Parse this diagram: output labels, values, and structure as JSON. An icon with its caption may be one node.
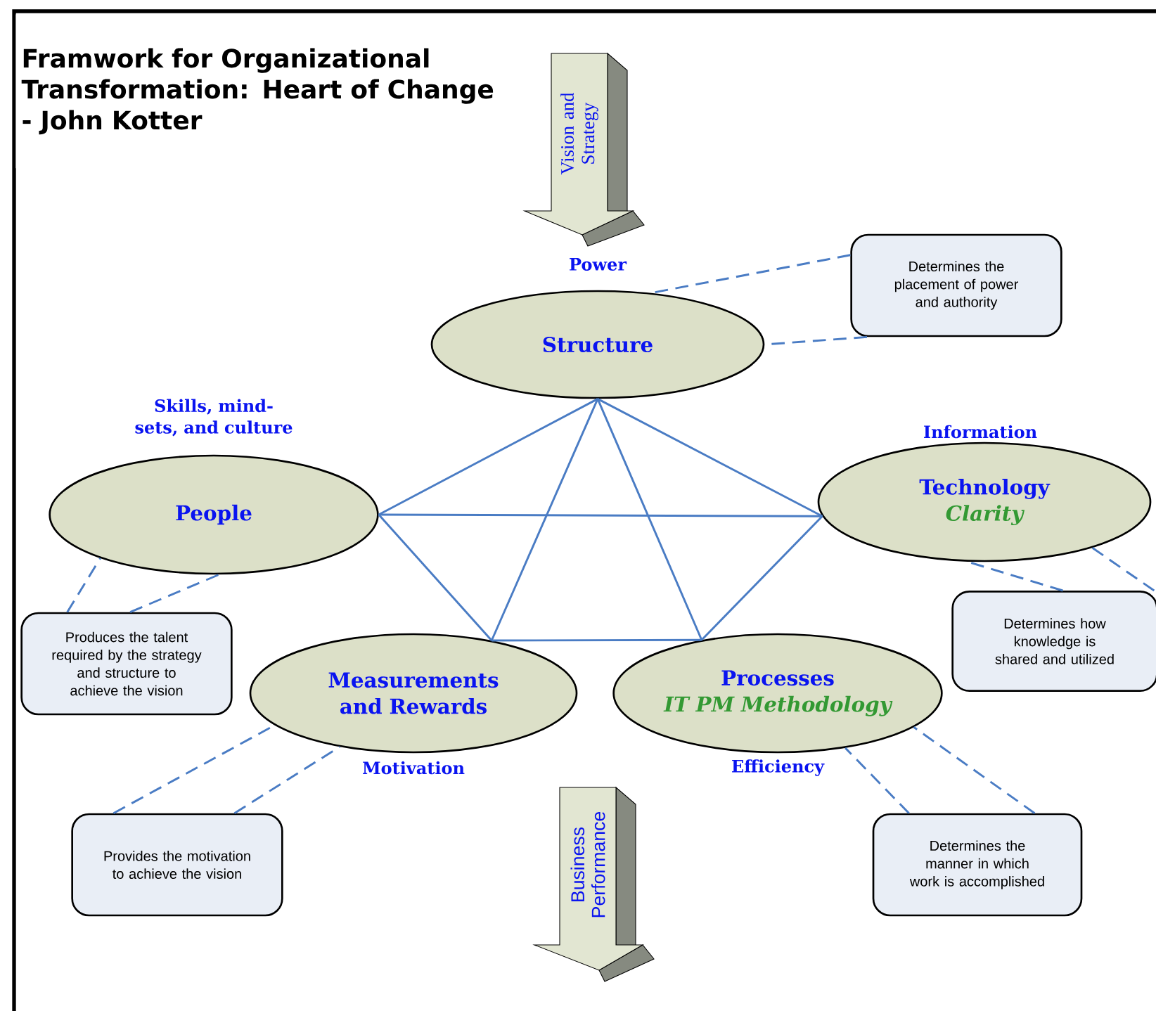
{
  "diagram": {
    "title": "Framwork for Organizational Transformation: Heart of Change - John Kotter",
    "nodes": [
      {
        "text": [
          "Structure"
        ],
        "beside": [
          "Power"
        ]
      },
      {
        "text": [
          "People"
        ],
        "beside": [
          "Skills, mind-sets, and culture"
        ]
      },
      {
        "text": [
          "Technology",
          "Clarity"
        ],
        "beside": [
          "Information"
        ]
      },
      {
        "text": [
          "Measurements and Rewards"
        ],
        "beside": [
          "Motivation"
        ]
      },
      {
        "text": [
          "Processes",
          "IT PM Methodology"
        ],
        "beside": [
          "Efficiency"
        ]
      },
      {
        "text": [
          "Determines the placement of power and authority"
        ]
      },
      {
        "text": [
          "Produces the talent required by the strategy and structure to achieve the vision"
        ]
      },
      {
        "text": [
          "Determines how knowledge is shared and utilized"
        ]
      },
      {
        "text": [
          "Provides the motivation to achieve the vision"
        ]
      },
      {
        "text": [
          "Determines the manner in which work is accomplished"
        ]
      },
      {
        "text": [
          "Vision and Strategy"
        ]
      },
      {
        "text": [
          "Business Performance"
        ]
      }
    ],
    "edges": [
      {
        "from": 0,
        "to": 1,
        "arrow": "none"
      },
      {
        "from": 0,
        "to": 2,
        "arrow": "none"
      },
      {
        "from": 0,
        "to": 3,
        "arrow": "none"
      },
      {
        "from": 0,
        "to": 4,
        "arrow": "none"
      },
      {
        "from": 1,
        "to": 2,
        "arrow": "none"
      },
      {
        "from": 1,
        "to": 3,
        "arrow": "none"
      },
      {
        "from": 2,
        "to": 4,
        "arrow": "none"
      },
      {
        "from": 3,
        "to": 4,
        "arrow": "none"
      },
      {
        "from": 5,
        "to": 0,
        "arrow": "none",
        "style": "dashed"
      },
      {
        "from": 5,
        "to": 0,
        "arrow": "none",
        "style": "dashed"
      },
      {
        "from": 6,
        "to": 1,
        "arrow": "none",
        "style": "dashed"
      },
      {
        "from": 6,
        "to": 1,
        "arrow": "none",
        "style": "dashed"
      },
      {
        "from": 7,
        "to": 2,
        "arrow": "none",
        "style": "dashed"
      },
      {
        "from": 7,
        "to": 2,
        "arrow": "none",
        "style": "dashed"
      },
      {
        "from": 8,
        "to": 3,
        "arrow": "none",
        "style": "dashed"
      },
      {
        "from": 8,
        "to": 3,
        "arrow": "none",
        "style": "dashed"
      },
      {
        "from": 9,
        "to": 4,
        "arrow": "none",
        "style": "dashed"
      },
      {
        "from": 9,
        "to": 4,
        "arrow": "none",
        "style": "dashed"
      }
    ]
  }
}
